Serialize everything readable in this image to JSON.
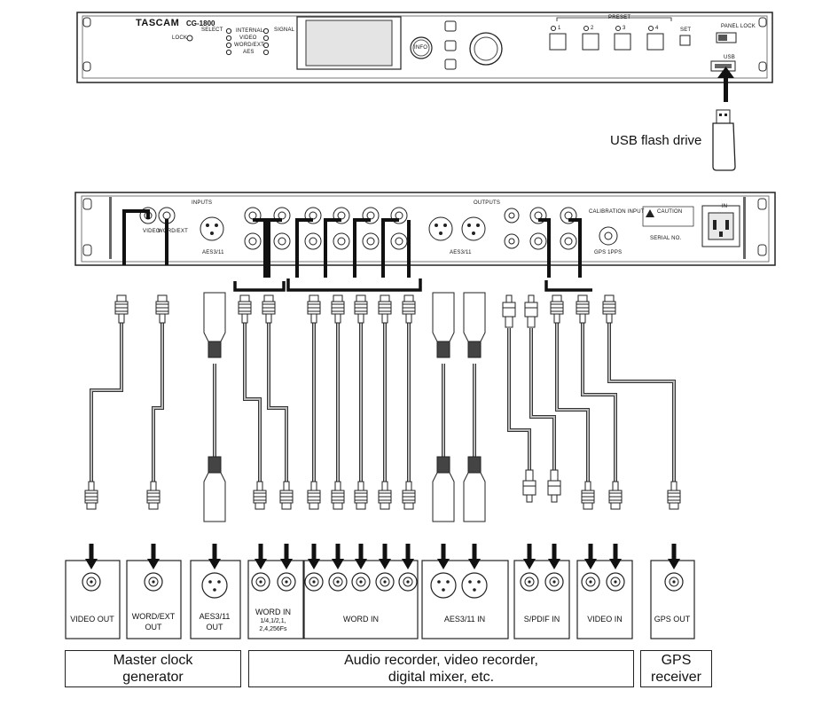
{
  "front_panel": {
    "brand": "TASCAM",
    "model": "CG-1800",
    "lock": "LOCK",
    "select": "SELECT",
    "signal": "SIGNAL",
    "select_items": [
      "INTERNAL",
      "VIDEO",
      "WORD/EXT",
      "AES"
    ],
    "info_button": "INFO",
    "preset_title": "PRESET",
    "preset_numbers": [
      "1",
      "2",
      "3",
      "4"
    ],
    "set": "SET",
    "panel_lock": "PANEL LOCK",
    "usb": "USB"
  },
  "usb_drive_label": "USB flash drive",
  "rear_panel": {
    "video": "VIDEO",
    "word_ext": "WORD/EXT",
    "inputs": "INPUTS",
    "outputs": "OUTPUTS",
    "aes3_11_in": "AES3/11",
    "aes3_11_out": "AES3/11",
    "calibration_input": "CALIBRATION INPUT",
    "gps_1pps": "GPS 1PPS",
    "caution": "CAUTION",
    "serial_no": "SERIAL NO.",
    "power_in": "~IN"
  },
  "devices": [
    {
      "id": "video-out",
      "lines": [
        "VIDEO OUT"
      ]
    },
    {
      "id": "word-ext-out",
      "lines": [
        "WORD/EXT",
        "OUT"
      ]
    },
    {
      "id": "aes-out",
      "lines": [
        "AES3/11",
        "OUT"
      ]
    },
    {
      "id": "word-in-multi",
      "lines": [
        "WORD IN"
      ],
      "sub": [
        "1/4,1/2,1,",
        "2,4,256Fs"
      ]
    },
    {
      "id": "word-in",
      "lines": [
        "WORD IN"
      ]
    },
    {
      "id": "aes-in",
      "lines": [
        "AES3/11 IN"
      ]
    },
    {
      "id": "spdif-in",
      "lines": [
        "S/PDIF IN"
      ]
    },
    {
      "id": "video-in",
      "lines": [
        "VIDEO IN"
      ]
    },
    {
      "id": "gps-out",
      "lines": [
        "GPS OUT"
      ]
    }
  ],
  "groups": [
    {
      "id": "master",
      "lines": [
        "Master clock",
        "generator"
      ]
    },
    {
      "id": "recorder",
      "lines": [
        "Audio recorder, video recorder,",
        "digital mixer, etc."
      ]
    },
    {
      "id": "gps",
      "lines": [
        "GPS",
        "receiver"
      ]
    }
  ]
}
